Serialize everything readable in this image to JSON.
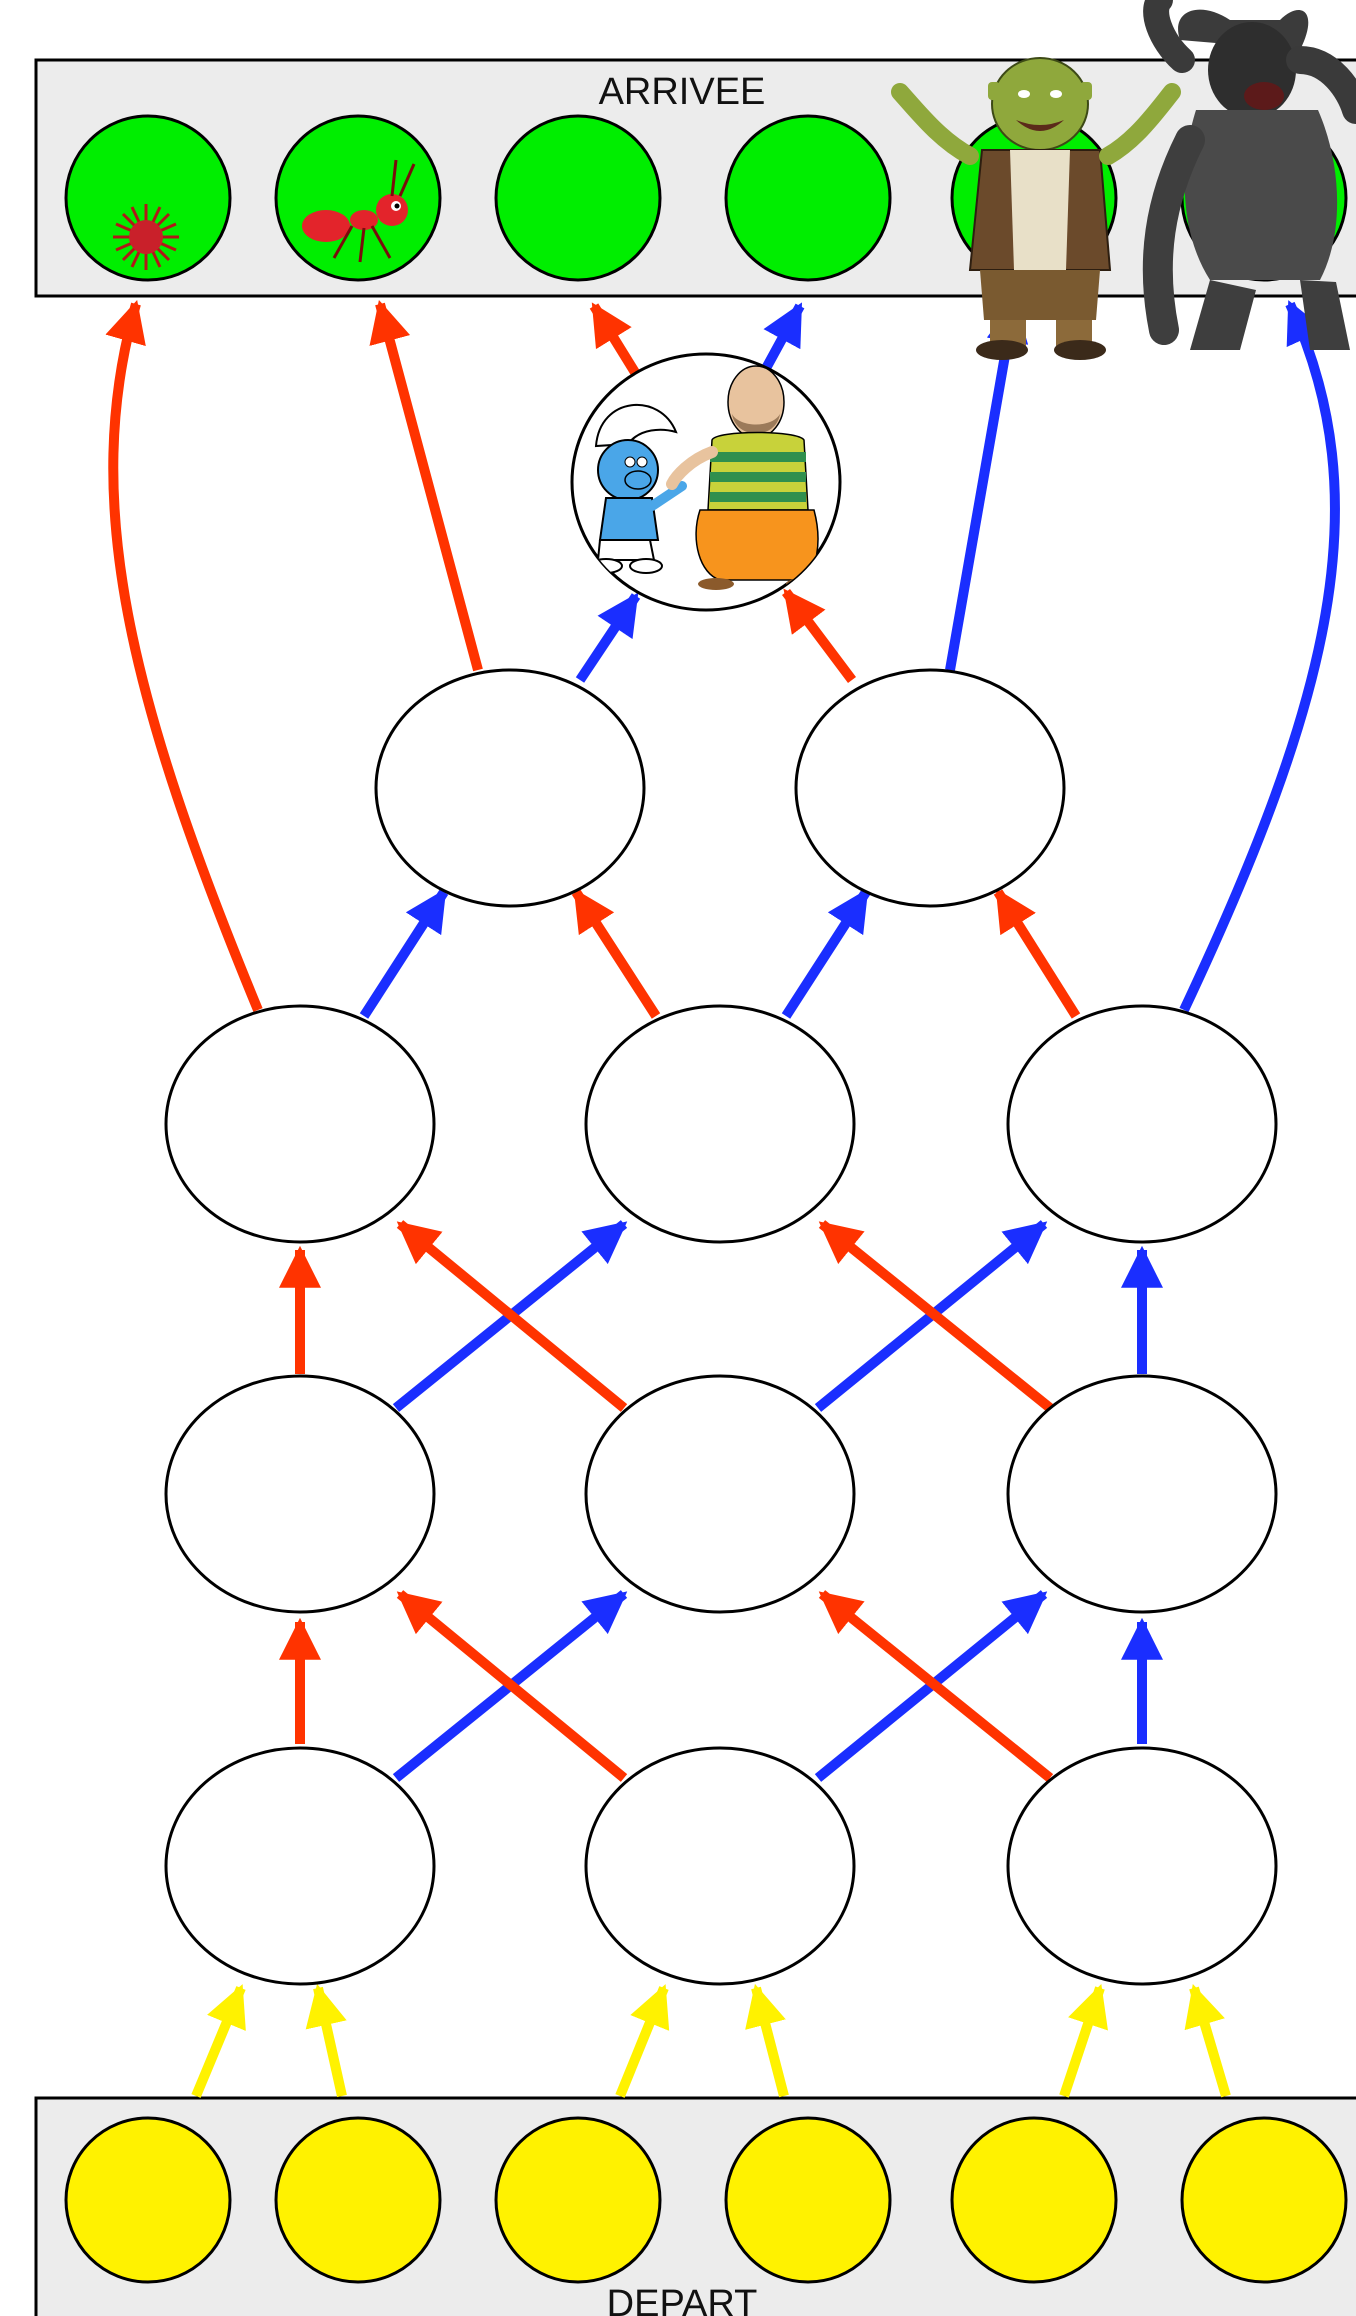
{
  "diagram": {
    "top_label": "ARRIVEE",
    "bottom_label": "DEPART",
    "colors": {
      "red": "#ff3300",
      "blue": "#1a2eff",
      "yellow": "#fff200",
      "green": "#00ee00",
      "box_fill": "#ececec",
      "node_fill": "#ffffff",
      "stroke": "#000000"
    },
    "arrival_slots": [
      {
        "occupant": "virus-icon"
      },
      {
        "occupant": "ant-icon"
      },
      {
        "occupant": ""
      },
      {
        "occupant": ""
      },
      {
        "occupant": "ogre-icon"
      },
      {
        "occupant": "gorilla-icon"
      }
    ],
    "departure_slots": 6,
    "special_node": {
      "occupants": [
        "smurf-icon",
        "man-icon"
      ]
    }
  }
}
